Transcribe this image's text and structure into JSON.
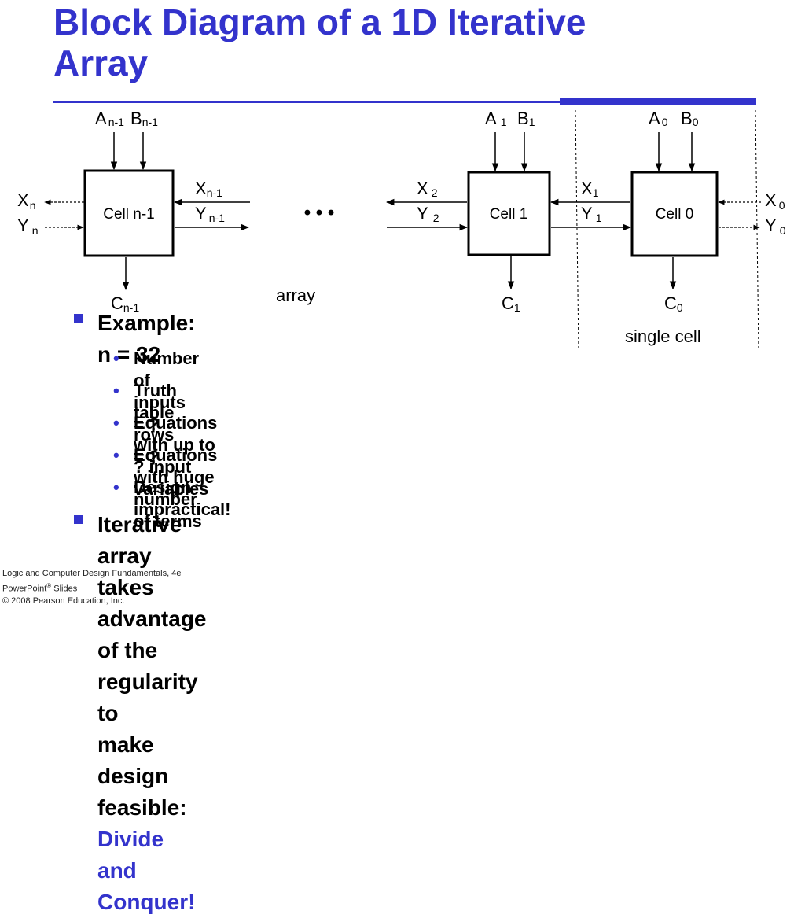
{
  "slide": {
    "title_line1": "Block Diagram of a 1D Iterative",
    "title_line2": "Array",
    "accent_color": "#3333cc"
  },
  "diagram": {
    "cells": {
      "n_minus_1": "Cell n-1",
      "one": "Cell 1",
      "zero": "Cell 0"
    },
    "labels": {
      "a": "A",
      "b": "B",
      "c": "C",
      "x": "X",
      "y": "Y",
      "sub_n_minus_1": "n-1",
      "sub_n": "n",
      "sub_1": "1",
      "sub_2": "2",
      "sub_0": "0"
    },
    "ellipsis": "• • •",
    "array_label": "array",
    "single_cell_label": "single cell"
  },
  "bullets": {
    "item1": "Example: n = 32",
    "sub": [
      "Number of inputs = ?",
      "Truth table rows =  ?",
      "Equations with  up to ?  input variables",
      "Equations with huge number of terms",
      "Design impractical!"
    ],
    "item2_line1": "Iterative array takes advantage of the regularity to",
    "item2_line2": "make design feasible: ",
    "item2_accent": "Divide and Conquer!"
  },
  "footer": {
    "line1": "Logic and Computer Design Fundamentals, 4e",
    "line2_prefix": "PowerPoint",
    "line2_sup": "®",
    "line2_suffix": " Slides",
    "line3": "© 2008 Pearson Education, Inc."
  }
}
